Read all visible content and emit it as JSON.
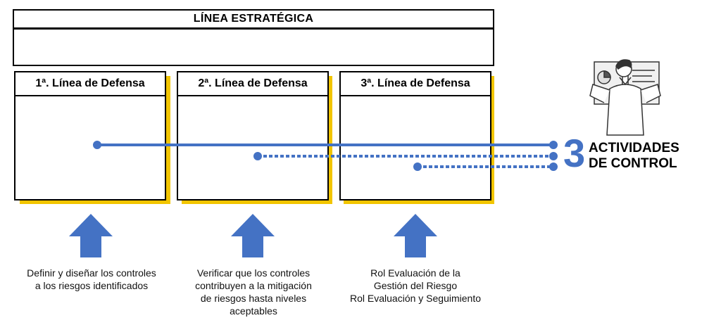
{
  "strategic_line": {
    "title": "LÍNEA ESTRATÉGICA"
  },
  "defense_lines": [
    {
      "title": "1ª. Línea de Defensa",
      "caption": [
        "Definir y diseñar los controles",
        "a los riesgos identificados"
      ]
    },
    {
      "title": "2ª. Línea de Defensa",
      "caption": [
        "Verificar que los controles",
        "contribuyen a la mitigación",
        "de riesgos hasta niveles",
        "aceptables"
      ]
    },
    {
      "title": "3ª. Línea de Defensa",
      "caption": [
        "Rol Evaluación de la",
        "Gestión del Riesgo",
        "Rol Evaluación y Seguimiento"
      ]
    }
  ],
  "control_activities": {
    "number": "3",
    "label_line1": "ACTIVIDADES",
    "label_line2": "DE CONTROL"
  },
  "colors": {
    "accent_blue": "#4472c4",
    "shadow_yellow": "#f2c500",
    "border": "#000000"
  },
  "icons": {
    "person": "presenter-icon",
    "arrow": "arrow-up-icon"
  }
}
